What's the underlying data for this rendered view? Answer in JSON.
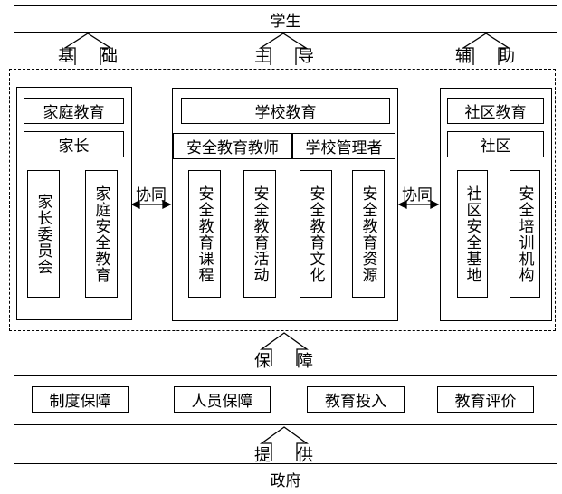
{
  "top": {
    "student": "学生"
  },
  "arrows_top": {
    "left": [
      "基",
      "础"
    ],
    "mid": [
      "主",
      "导"
    ],
    "right": [
      "辅",
      "助"
    ]
  },
  "family": {
    "title": "家庭教育",
    "sub": "家长",
    "items": [
      "家长委员会",
      "家庭安全教育"
    ]
  },
  "school": {
    "title": "学校教育",
    "roles": [
      "安全教育教师",
      "学校管理者"
    ],
    "items": [
      "安全教育课程",
      "安全教育活动",
      "安全教育文化",
      "安全教育资源"
    ]
  },
  "community": {
    "title": "社区教育",
    "sub": "社区",
    "items": [
      "社区安全基地",
      "安全培训机构"
    ]
  },
  "links": {
    "left": "协同",
    "right": "协同"
  },
  "guarantee": {
    "label": [
      "保",
      "障"
    ],
    "items": [
      "制度保障",
      "人员保障",
      "教育投入",
      "教育评价"
    ]
  },
  "provide": {
    "label": [
      "提",
      "供"
    ]
  },
  "bottom": {
    "government": "政府"
  }
}
